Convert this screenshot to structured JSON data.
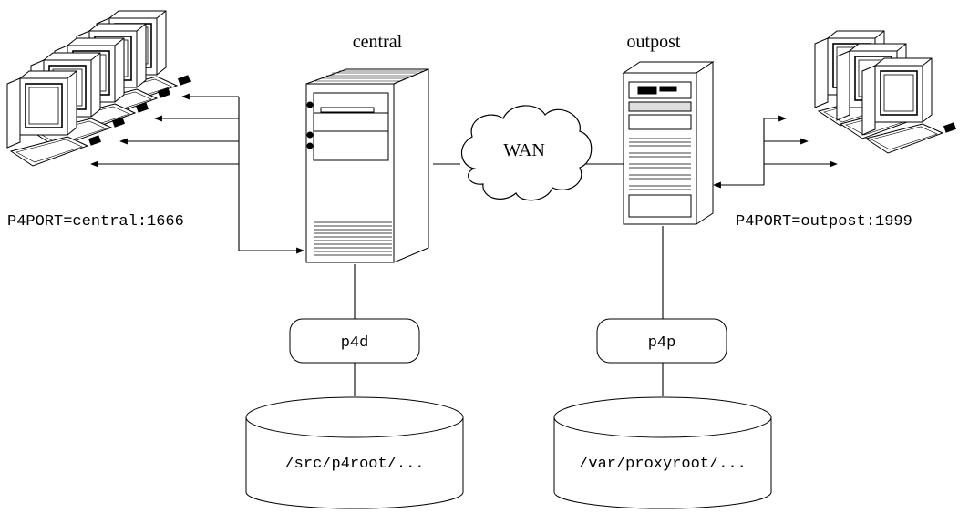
{
  "servers": {
    "central": {
      "label": "central",
      "icon": "tower-server-icon"
    },
    "outpost": {
      "label": "outpost",
      "icon": "rack-server-icon"
    }
  },
  "network": {
    "label": "WAN",
    "icon": "cloud-icon"
  },
  "ports": {
    "central": "P4PORT=central:1666",
    "outpost": "P4PORT=outpost:1999"
  },
  "processes": {
    "central": "p4d",
    "outpost": "p4p"
  },
  "storage": {
    "central": "/src/p4root/...",
    "outpost": "/var/proxyroot/..."
  },
  "clients": {
    "left_group": {
      "count": 5,
      "icon": "workstation-icon"
    },
    "right_group": {
      "count": 3,
      "icon": "workstation-icon"
    }
  }
}
